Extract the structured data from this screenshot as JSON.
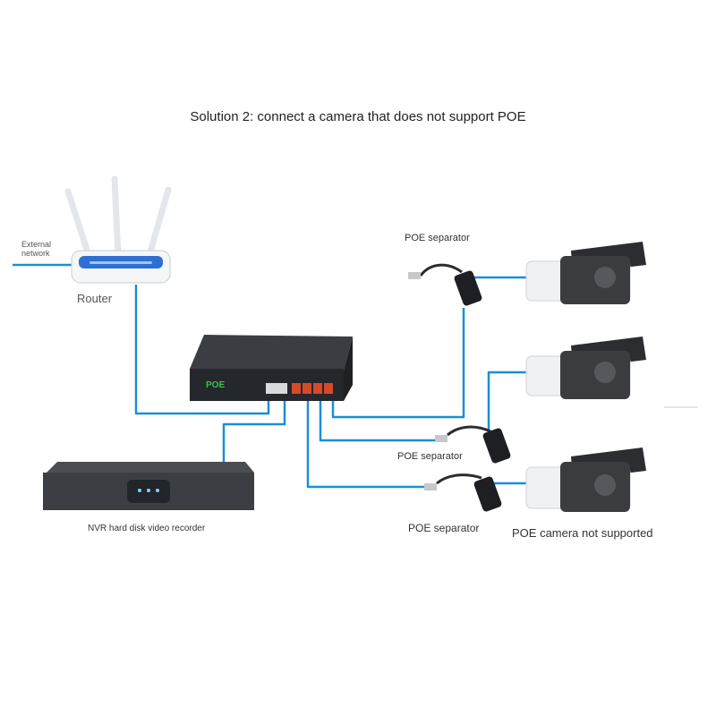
{
  "title": "Solution 2: connect a camera that does not support POE",
  "external_network": [
    "External",
    "network"
  ],
  "router_label": "Router",
  "switch_label": "POE",
  "separator_labels": [
    "POE separator",
    "POE separator",
    "POE separator"
  ],
  "camera_label": "POE camera not supported",
  "nvr_label": "NVR hard disk video recorder",
  "colors": {
    "cable": "#1a8fd6",
    "switch_body": "#2a2d31",
    "switch_logo": "#39c24a",
    "router_accent": "#2f6fd3",
    "poe_port": "#d64a2a"
  }
}
